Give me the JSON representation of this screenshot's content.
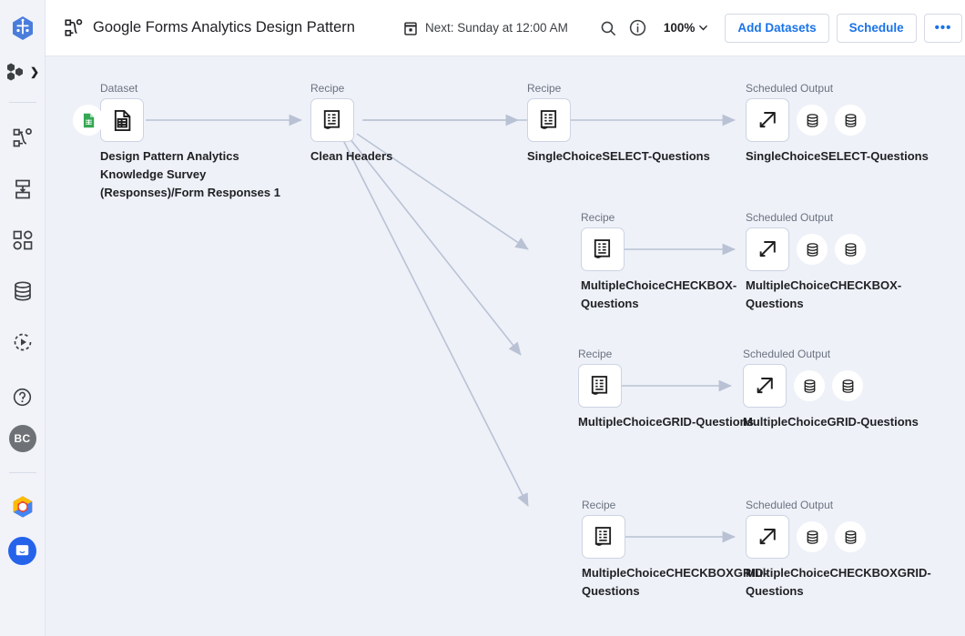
{
  "rail": {
    "items": [
      {
        "name": "dataprep-logo",
        "label": "Dataprep"
      },
      {
        "name": "products-switcher",
        "label": "Products"
      },
      {
        "name": "flows",
        "label": "Flows"
      },
      {
        "name": "import-data",
        "label": "Import Data"
      },
      {
        "name": "plans",
        "label": "Plans"
      },
      {
        "name": "connections",
        "label": "Connections"
      },
      {
        "name": "jobs",
        "label": "Job History"
      },
      {
        "name": "help",
        "label": "Help"
      },
      {
        "name": "user-avatar",
        "label": "BC"
      },
      {
        "name": "google-cloud",
        "label": "Google Cloud"
      },
      {
        "name": "support-chat",
        "label": "Chat"
      }
    ],
    "avatar_initials": "BC"
  },
  "header": {
    "flow_title": "Google Forms Analytics Design Pattern",
    "schedule_text": "Next: Sunday at 12:00 AM",
    "zoom_level": "100%",
    "search_label": "Search",
    "info_label": "Details",
    "add_datasets_label": "Add Datasets",
    "schedule_label": "Schedule",
    "more_label": "•••"
  },
  "flow": {
    "labels": {
      "dataset": "Dataset",
      "recipe": "Recipe",
      "scheduled_output": "Scheduled Output"
    },
    "dataset": {
      "type_label": "Dataset",
      "name": "Design Pattern Analytics Knowledge Survey (Responses)/Form Responses 1",
      "source_icon": "google-sheets-icon"
    },
    "clean_recipe": {
      "type_label": "Recipe",
      "name": "Clean Headers"
    },
    "branches": [
      {
        "recipe_label": "Recipe",
        "recipe_name": "SingleChoiceSELECT-Questions",
        "output_label": "Scheduled Output",
        "output_name": "SingleChoiceSELECT-Questions",
        "output_badges": [
          "database-icon",
          "database-icon"
        ]
      },
      {
        "recipe_label": "Recipe",
        "recipe_name": "MultipleChoiceCHECKBOX-Questions",
        "output_label": "Scheduled Output",
        "output_name": "MultipleChoiceCHECKBOX-Questions",
        "output_badges": [
          "database-icon",
          "database-icon"
        ]
      },
      {
        "recipe_label": "Recipe",
        "recipe_name": "MultipleChoiceGRID-Questions",
        "output_label": "Scheduled Output",
        "output_name": "MultipleChoiceGRID-Questions",
        "output_badges": [
          "database-icon",
          "database-icon"
        ]
      },
      {
        "recipe_label": "Recipe",
        "recipe_name": "MultipleChoiceCHECKBOXGRID-Questions",
        "output_label": "Scheduled Output",
        "output_name": "MultipleChoiceCHECKBOXGRID-Questions",
        "output_badges": [
          "database-icon",
          "database-icon"
        ]
      }
    ]
  },
  "colors": {
    "accent": "#1a73e8",
    "canvas_bg": "#eef1f8",
    "rail_bg": "#f1f3f9",
    "edge": "#b9c2d4",
    "sheets_green": "#34a853"
  }
}
